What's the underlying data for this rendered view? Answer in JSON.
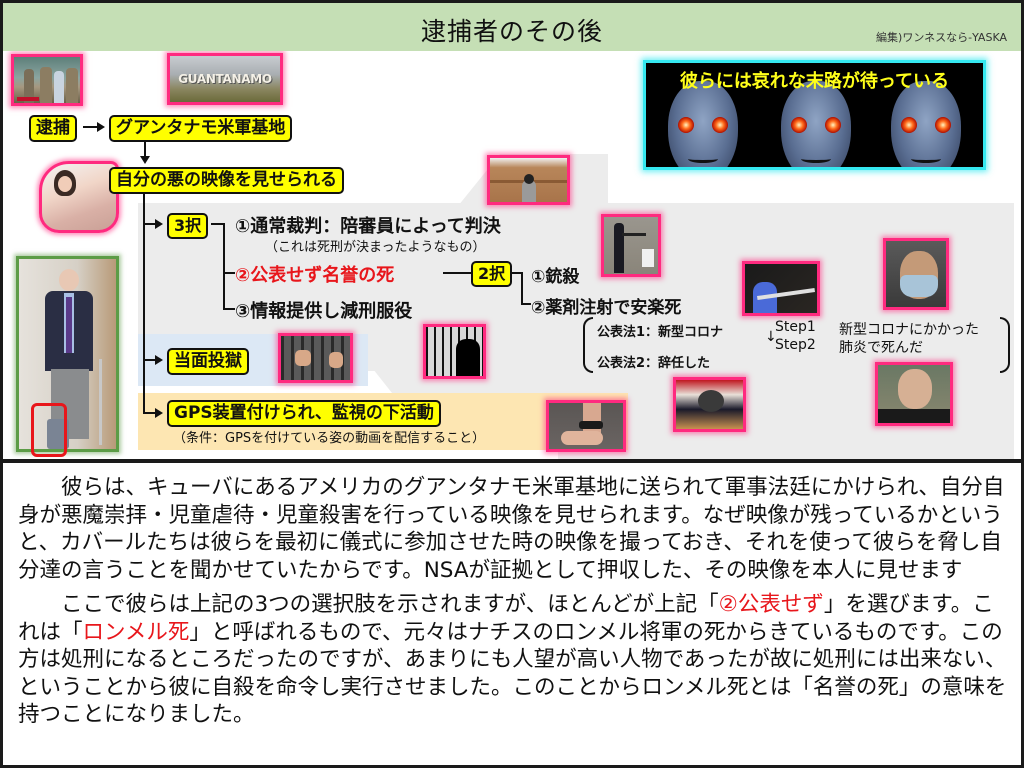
{
  "header": {
    "title": "逮捕者のその後",
    "credit": "編集)ワンネスなら-YASKA"
  },
  "banner": {
    "text": "彼らには哀れな末路が待っている"
  },
  "photos": {
    "arrest": "arrest-photo",
    "guantanamo": "GUANTANAMO",
    "shocked_woman": "shocked-woman-photo",
    "man_with_boot": "man-with-ankle-boot-photo",
    "courtroom": "courtroom-photo",
    "execution": "firing-squad-photo",
    "syringe": "syringe-photo",
    "masked_man": "masked-man-photo",
    "jail_bars": "hands-on-bars-photo",
    "prisoner": "prisoner-in-cell-photo",
    "ankle_monitor": "ankle-monitor-photo",
    "resign_press": "resignation-press-conference-photo",
    "news_elder": "news-elderly-man-photo"
  },
  "flow": {
    "arrest": "逮捕",
    "guantanamo": "グアンタナモ米軍基地",
    "shown_video": "自分の悪の映像を見せられる",
    "three_choice": "3択",
    "option1": "①通常裁判：陪審員によって判決",
    "option1_note": "（これは死刑が決まったようなもの）",
    "option2": "②公表せず名誉の死",
    "two_choice": "2択",
    "option2a": "①銃殺",
    "option2b": "②薬剤注射で安楽死",
    "option3": "③情報提供し減刑服役",
    "pub1": "公表法1：新型コロナ",
    "pub2": "公表法2：辞任した",
    "step1": "Step1",
    "step2": "Step2",
    "step_arrow": "↓",
    "corona_line1": "新型コロナにかかった",
    "corona_line2": "肺炎で死んだ",
    "jail": "当面投獄",
    "gps": "GPS装置付けられ、監視の下活動",
    "gps_note": "（条件：GPSを付けている姿の動画を配信すること）"
  },
  "body": {
    "p1": "彼らは、キューバにあるアメリカのグアンタナモ米軍基地に送られて軍事法廷にかけられ、自分自身が悪魔崇拝・児童虐待・児童殺害を行っている映像を見せられます。なぜ映像が残っているかというと、カバールたちは彼らを最初に儀式に参加させた時の映像を撮っておき、それを使って彼らを脅し自分達の言うことを聞かせていたからです。NSAが証拠として押収した、その映像を本人に見せます",
    "p2_a": "ここで彼らは上記の3つの選択肢を示されますが、ほとんどが上記「",
    "p2_hl1": "②公表せず",
    "p2_b": "」を選びます。これは「",
    "p2_hl2": "ロンメル死",
    "p2_c": "」と呼ばれるもので、元々はナチスのロンメル将軍の死からきているものです。この方は処刑になるところだったのですが、あまりにも人望が高い人物であったが故に処刑には出来ない、ということから彼に自殺を命令し実行させました。このことからロンメル死とは「名誉の死」の意味を持つことになりました。"
  },
  "colors": {
    "header_bg": "#c5dfb5",
    "highlight_yellow": "#ffff00",
    "accent_red": "#e8161b",
    "photo_border_pink": "#ff2a7f",
    "banner_border_cyan": "#35e8f0",
    "banner_text_yellow": "#ffff1a",
    "panel_gray": "#ececec",
    "band_blue": "#dce8f5",
    "band_orange": "#fde6b2"
  }
}
